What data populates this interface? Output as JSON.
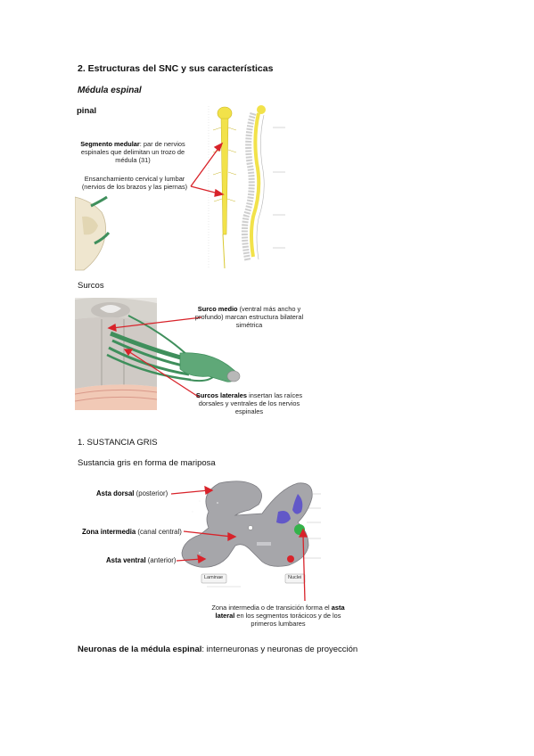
{
  "heading": "2. Estructuras del SNC y sus características",
  "subheading": "Médula espinal",
  "figure1": {
    "crop_label": "pinal",
    "segmento_title": "Segmento medular",
    "segmento_rest": ": par de nervios espinales que delimitan un trozo de médula (31)",
    "ensanchamiento": "Ensanchamiento cervical y lumbar (nervios de los brazos y las piernas)"
  },
  "surcos_label": "Surcos",
  "figure2": {
    "medio_title": "Surco medio",
    "medio_rest": " (ventral más ancho y profundo) marcan estructura bilateral simétrica",
    "laterales_title": "Surcos laterales",
    "laterales_rest": " insertan las raíces dorsales y ventrales de los nervios espinales"
  },
  "sustancia_heading": "1. SUSTANCIA GRIS",
  "sustancia_sub": "Sustancia gris en forma de mariposa",
  "figure3": {
    "asta_dorsal_title": "Asta dorsal",
    "asta_dorsal_rest": " (posterior)",
    "zona_title": "Zona intermedia",
    "zona_rest": " (canal central)",
    "asta_ventral_title": "Asta ventral",
    "asta_ventral_rest": " (anterior)",
    "laminae_label": "Laminae",
    "nuclei_label": "Nuclei",
    "transicion_pre": "Zona intermedia o de transición forma el ",
    "transicion_bold": "asta lateral",
    "transicion_post": " en los segmentos torácicos y de los primeros lumbares"
  },
  "neuronas": {
    "title": "Neuronas de la médula espinal",
    "rest": ": interneuronas y neuronas de proyección"
  },
  "colors": {
    "cord_yellow": "#f2e24a",
    "gray_matter": "#a6a6aa",
    "arrow_red": "#d8232a",
    "nerve_green": "#3f8f5c",
    "nucleus_blue": "#6258c8"
  }
}
